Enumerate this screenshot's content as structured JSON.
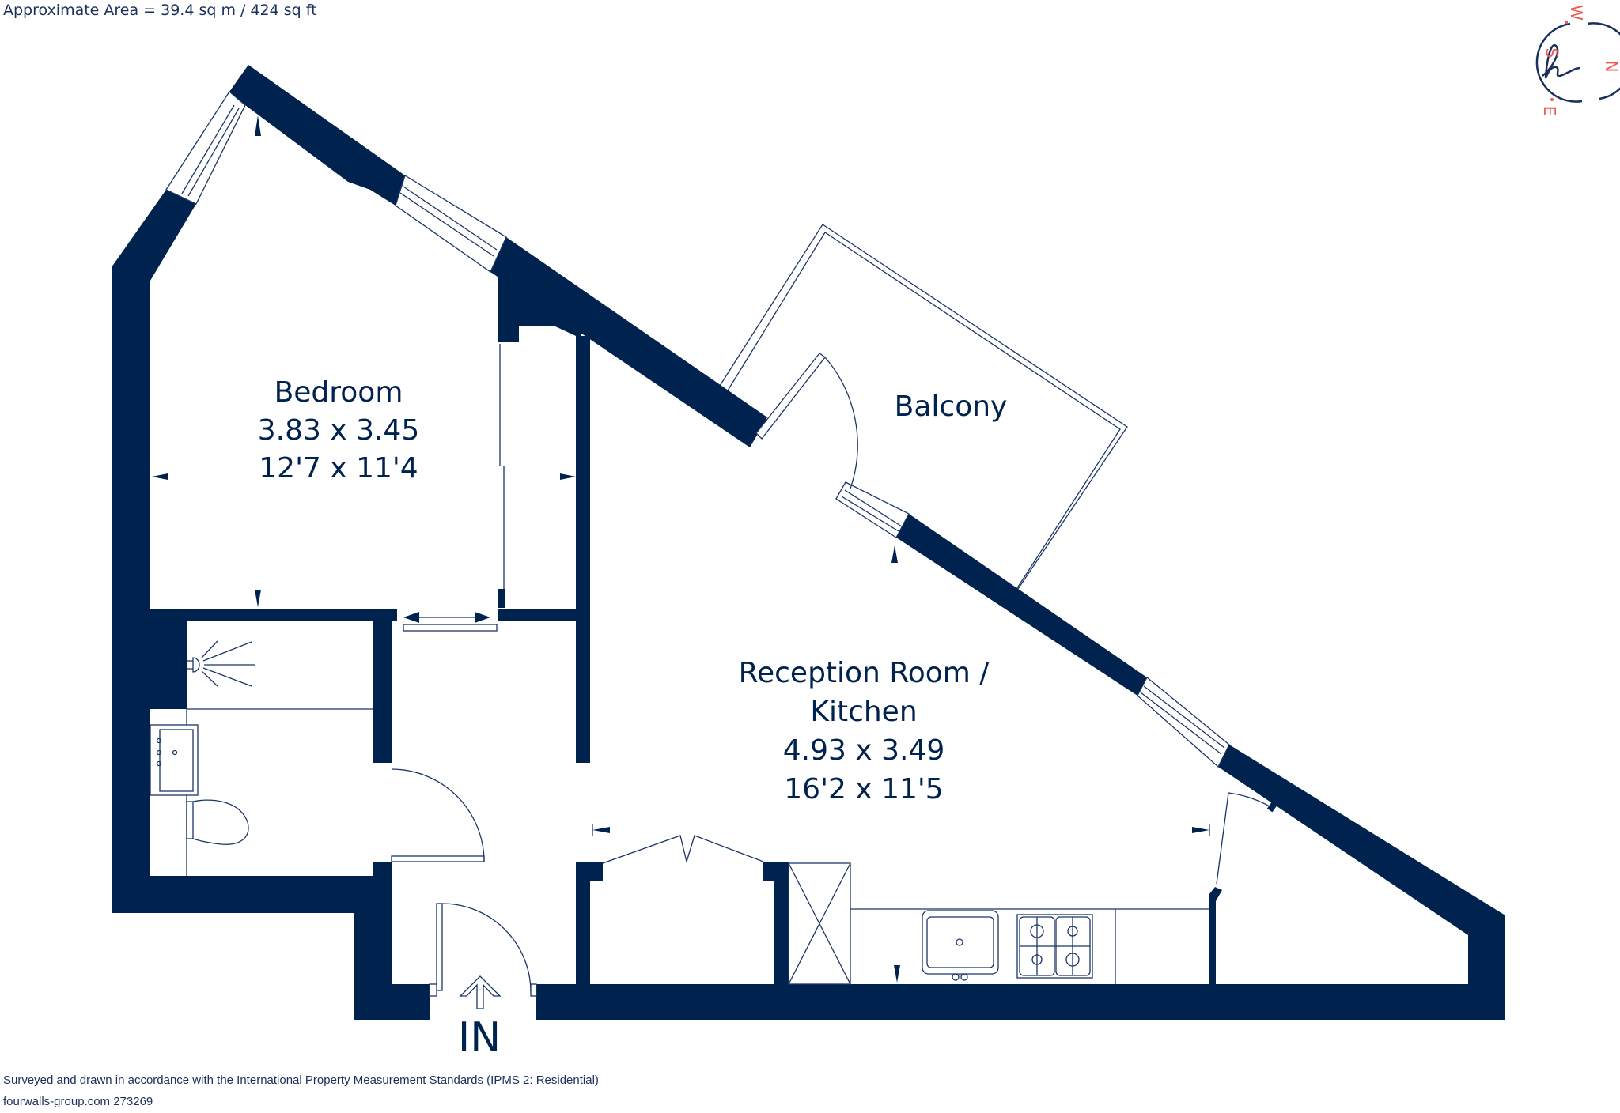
{
  "header": {
    "approximate_area": "Approximate Area = 39.4 sq m / 424 sq ft"
  },
  "compass": {
    "logo_glyph": "h",
    "directions": {
      "north": "N",
      "east": "E",
      "south": "S",
      "west": "W"
    },
    "accent_color": "#ee5a50",
    "ring_color": "#1b2f5c"
  },
  "rooms": {
    "bedroom": {
      "name": "Bedroom",
      "metric": "3.83 x 3.45",
      "imperial": "12'7 x 11'4"
    },
    "balcony": {
      "name": "Balcony"
    },
    "reception": {
      "name_line1": "Reception Room /",
      "name_line2": "Kitchen",
      "metric": "4.93 x 3.49",
      "imperial": "16'2 x 11'5"
    }
  },
  "entrance": {
    "label": "IN"
  },
  "footer": {
    "standards": "Surveyed and drawn in accordance with the International Property Measurement Standards (IPMS 2: Residential)",
    "reference": "fourwalls-group.com 273269"
  },
  "colors": {
    "wall": "#00224f",
    "line": "#1b3566"
  }
}
